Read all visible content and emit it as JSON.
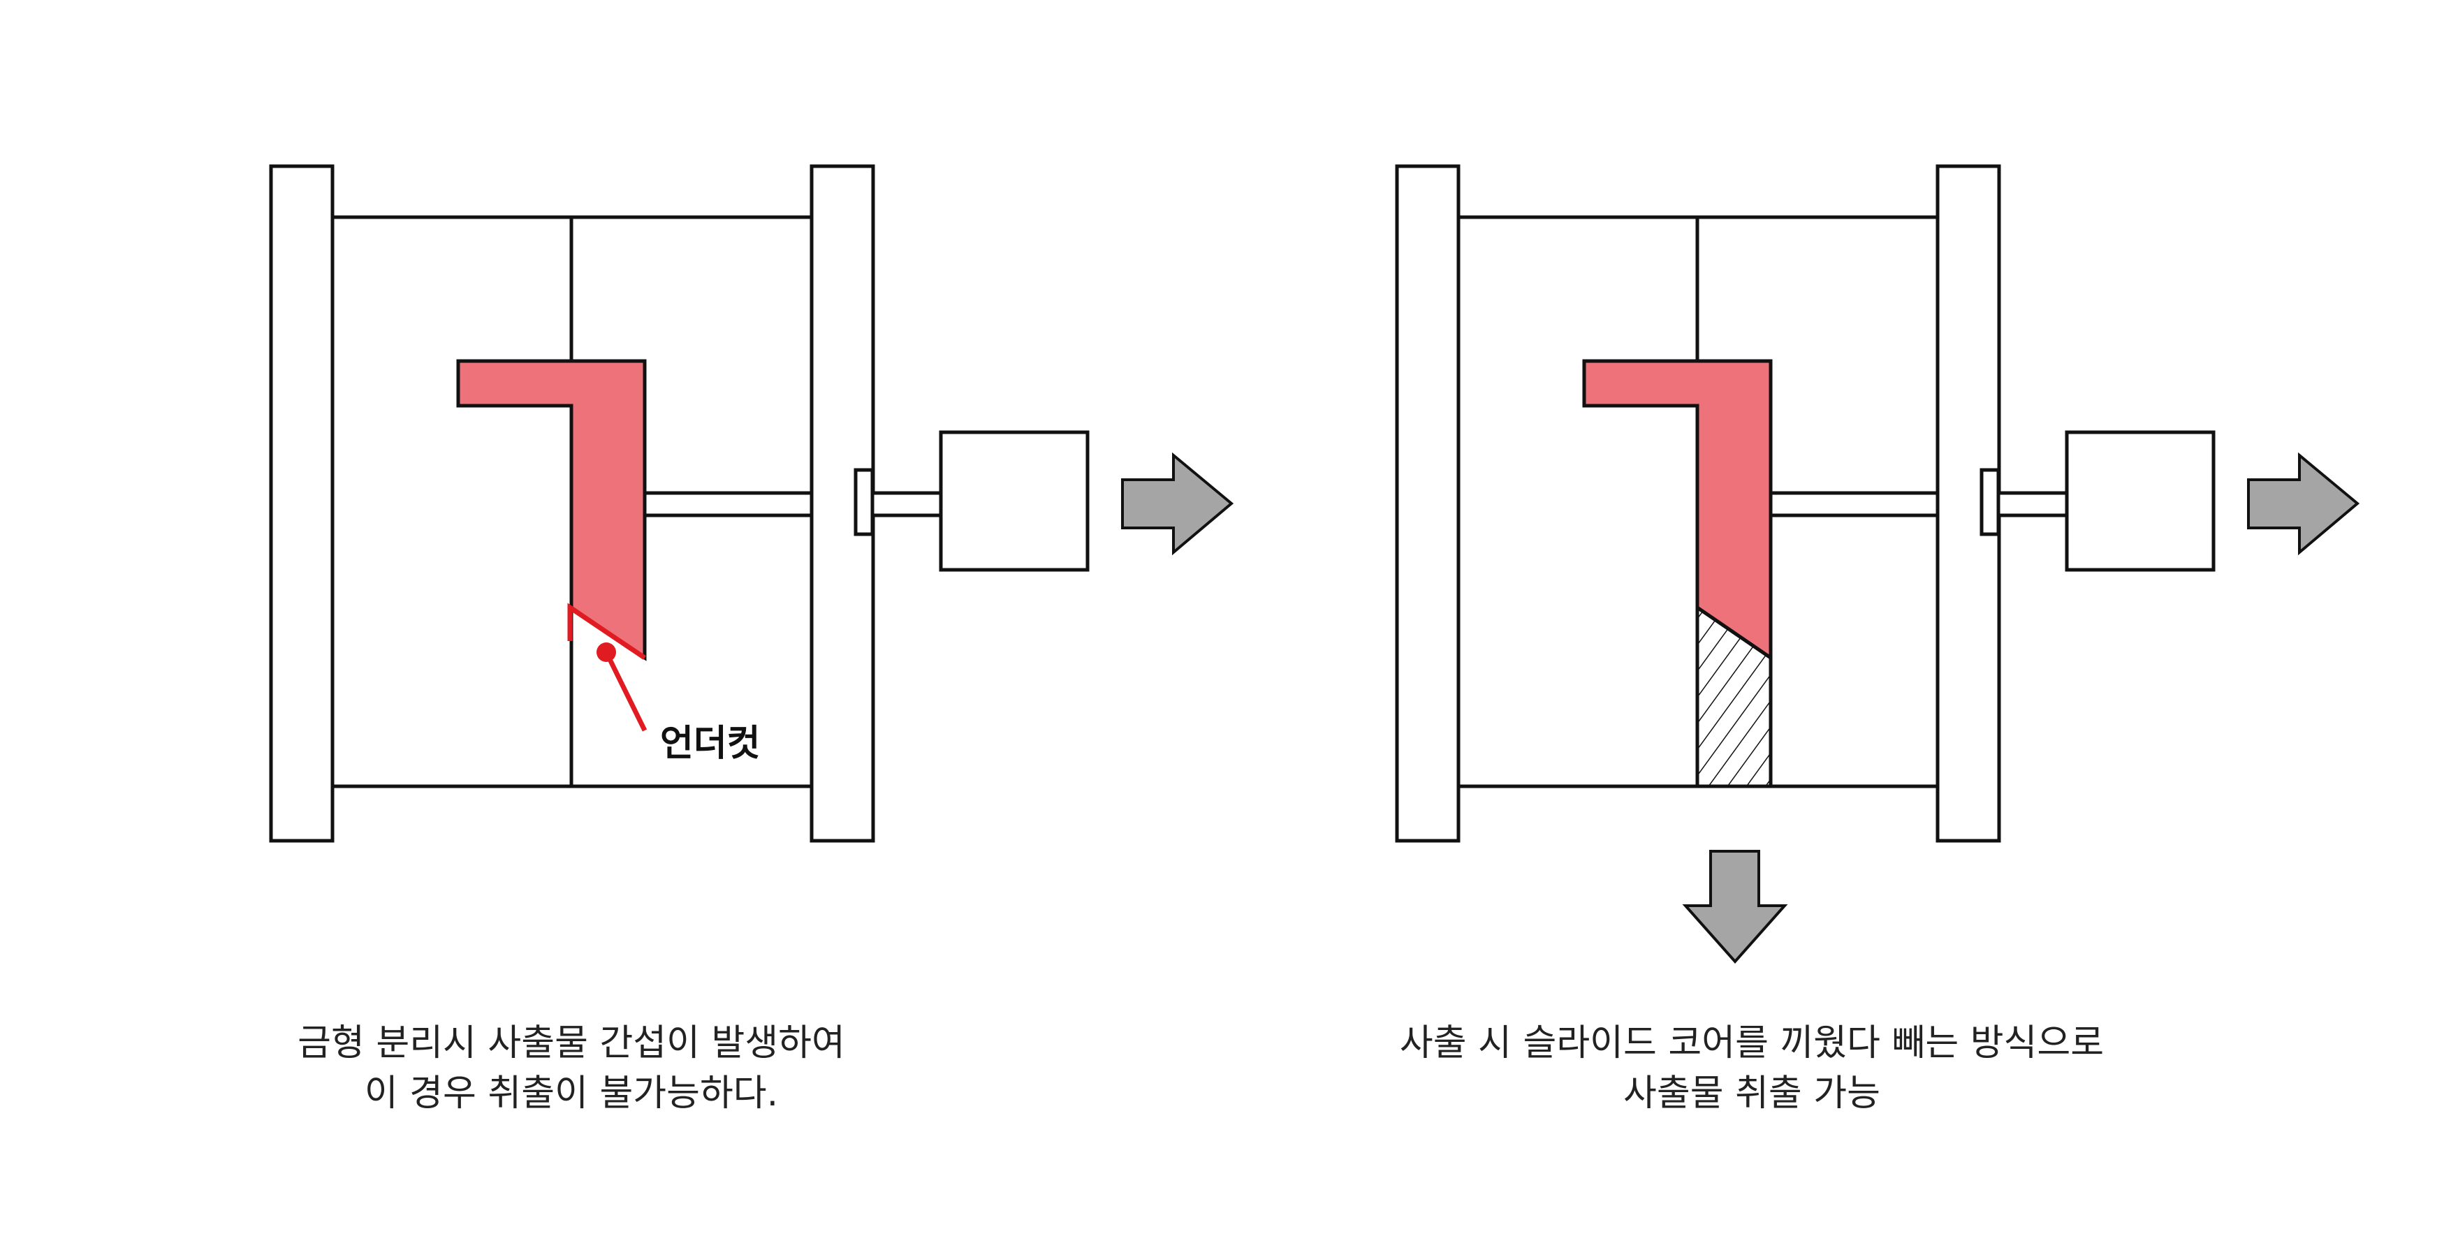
{
  "labels": {
    "undercut": "언더컷"
  },
  "captions": {
    "left": {
      "line1": "금형 분리시 사출물 간섭이 발생하여",
      "line2": "이 경우 취출이 불가능하다."
    },
    "right": {
      "line1": "사출 시 슬라이드 코어를 끼웠다 빼는 방식으로",
      "line2": "사출물 취출 가능"
    }
  },
  "colors": {
    "part_fill": "#ee727a",
    "undercut_marker": "#e11b22",
    "arrow_fill": "#a6a5a5",
    "stroke": "#111111"
  }
}
